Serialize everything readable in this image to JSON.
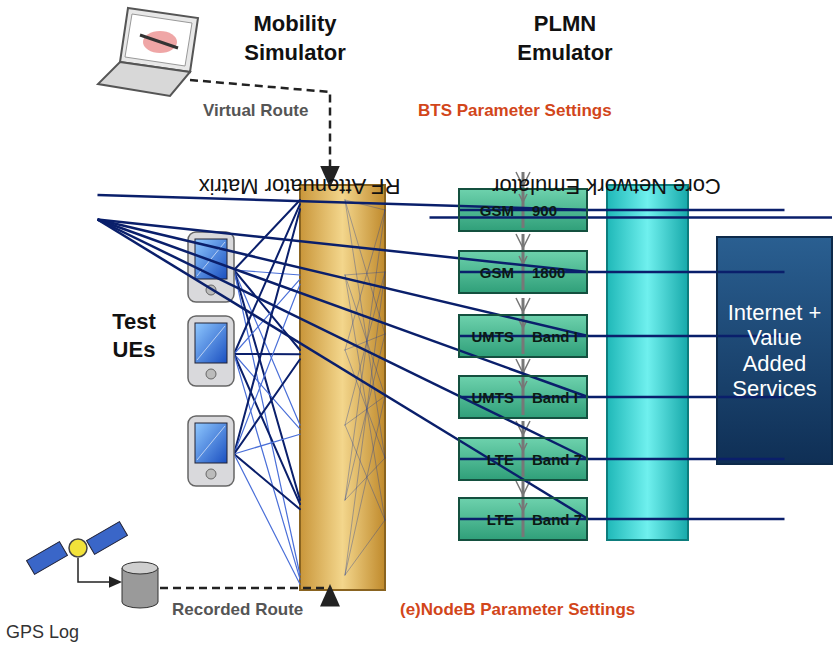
{
  "diagram": {
    "nodes": [
      {
        "text": [
          "RF Attenuator Matrix"
        ]
      },
      {
        "text": [
          "GSM",
          "900"
        ]
      },
      {
        "text": [
          "GSM",
          "1800"
        ]
      },
      {
        "text": [
          "UMTS",
          "Band I"
        ]
      },
      {
        "text": [
          "UMTS",
          "Band I"
        ]
      },
      {
        "text": [
          "LTE",
          "Band 7"
        ]
      },
      {
        "text": [
          "LTE",
          "Band 7"
        ]
      },
      {
        "text": [
          "Core Network Emulator"
        ]
      },
      {
        "text": [
          "Internet + Value Added Services"
        ]
      }
    ],
    "edges": [
      {
        "from": 0,
        "to": 1,
        "arrow": "none"
      },
      {
        "from": 0,
        "to": 2,
        "arrow": "none"
      },
      {
        "from": 0,
        "to": 3,
        "arrow": "none"
      },
      {
        "from": 0,
        "to": 4,
        "arrow": "none"
      },
      {
        "from": 0,
        "to": 5,
        "arrow": "none"
      },
      {
        "from": 0,
        "to": 6,
        "arrow": "none"
      },
      {
        "from": 1,
        "to": 7,
        "arrow": "none"
      },
      {
        "from": 2,
        "to": 7,
        "arrow": "none"
      },
      {
        "from": 3,
        "to": 7,
        "arrow": "none"
      },
      {
        "from": 4,
        "to": 7,
        "arrow": "none"
      },
      {
        "from": 5,
        "to": 7,
        "arrow": "none"
      },
      {
        "from": 6,
        "to": 7,
        "arrow": "none"
      },
      {
        "from": 7,
        "to": 8,
        "arrow": "none"
      }
    ],
    "labels": [
      "Mobility Simulator",
      "PLMN Emulator",
      "BTS Parameter Settings",
      "Virtual Route",
      "Test UEs",
      "GPS Log",
      "Recorded Route",
      "(e)NodeB Parameter Settings"
    ]
  }
}
